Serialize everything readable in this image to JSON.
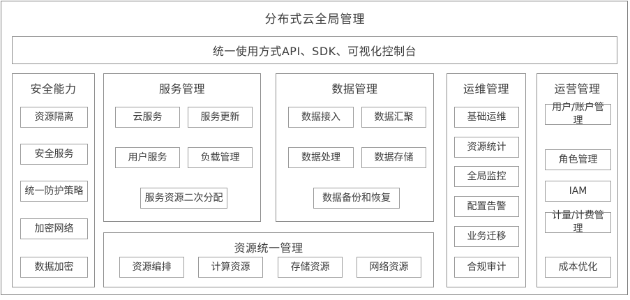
{
  "page": {
    "title": "分布式云全局管理",
    "access_bar": "统一使用方式API、SDK、可视化控制台"
  },
  "columns": [
    {
      "title": "安全能力",
      "items": [
        "资源隔离",
        "安全服务",
        "统一防护策略",
        "加密网络",
        "数据加密"
      ]
    },
    {
      "title": "服务管理",
      "items": [
        "云服务",
        "服务更新",
        "用户服务",
        "负载管理",
        "服务资源二次分配"
      ]
    },
    {
      "title": "数据管理",
      "items": [
        "数据接入",
        "数据汇聚",
        "数据处理",
        "数据存储",
        "数据备份和恢复"
      ]
    },
    {
      "title": "运维管理",
      "items": [
        "基础运维",
        "资源统计",
        "全局监控",
        "配置告警",
        "业务迁移",
        "合规审计"
      ]
    },
    {
      "title": "运营管理",
      "items": [
        "用户/账户管理",
        "角色管理",
        "IAM",
        "计量/计费管理",
        "成本优化"
      ]
    }
  ],
  "resource_box": {
    "title": "资源统一管理",
    "items": [
      "资源编排",
      "计算资源",
      "存储资源",
      "网络资源"
    ]
  },
  "colors": {
    "frame-border": "#7f7f7f",
    "box-border": "#8c8c8c",
    "node-border": "#9a9a9a",
    "text": "#3c3c3c",
    "background": "#ffffff"
  }
}
